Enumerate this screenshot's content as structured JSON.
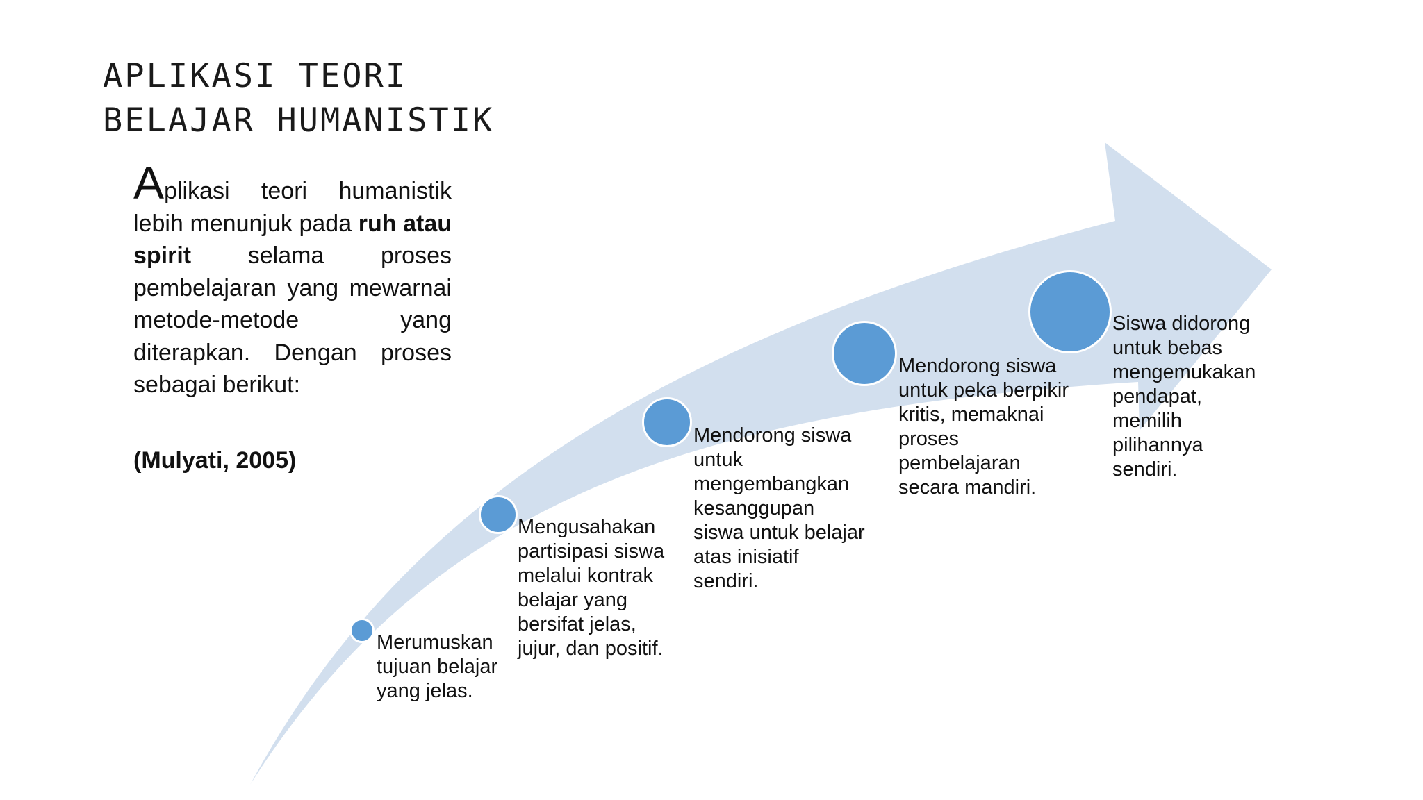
{
  "title": "APLIKASI TEORI\nBELAJAR HUMANISTIK",
  "intro": {
    "dropcap": "A",
    "text_start": "plikasi teori humanistik lebih menunjuk pada ",
    "bold": "ruh atau spirit",
    "text_end": " selama proses pembelajaran yang mewarnai metode-metode yang diterapkan. Dengan proses sebagai berikut:"
  },
  "citation": "(Mulyati, 2005)",
  "steps": [
    {
      "text": "Merumuskan tujuan belajar yang jelas."
    },
    {
      "text": "Mengusahakan partisipasi siswa melalui kontrak belajar yang bersifat jelas, jujur, dan positif."
    },
    {
      "text": "Mendorong siswa untuk mengembangkan kesanggupan siswa untuk belajar atas inisiatif sendiri."
    },
    {
      "text": "Mendorong siswa untuk peka berpikir kritis, memaknai proses pembelajaran secara mandiri."
    },
    {
      "text": "Siswa didorong untuk bebas mengemukakan pendapat, memilih pilihannya sendiri."
    }
  ],
  "colors": {
    "arrow": "#d2dfee",
    "circle": "#5b9bd5",
    "circle_border": "#ffffff"
  }
}
